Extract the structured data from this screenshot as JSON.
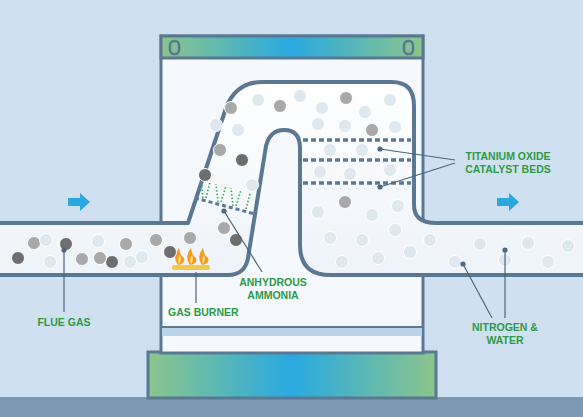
{
  "diagram": {
    "labels": [
      "FLUE GAS",
      "GAS BURNER",
      "ANHYDROUS AMMONIA",
      "TITANIUM OXIDE CATALYST BEDS",
      "NITROGEN & WATER"
    ]
  }
}
